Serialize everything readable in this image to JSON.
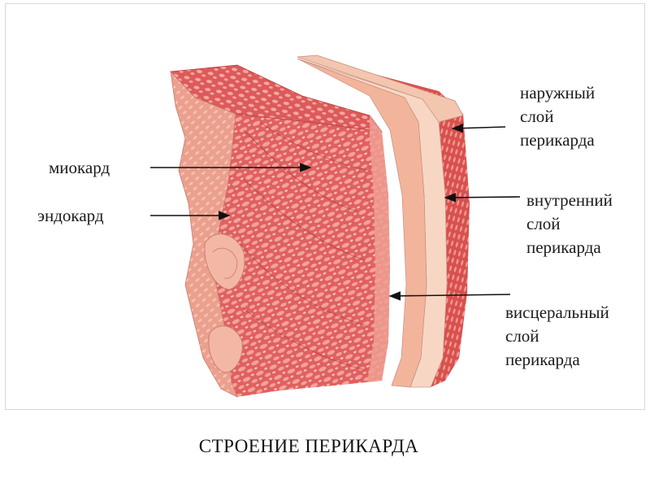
{
  "labels": {
    "myocardium": "миокард",
    "endocardium": "эндокард",
    "outer": [
      "наружный",
      "слой",
      "перикарда"
    ],
    "inner": [
      "внутренний",
      "слой",
      "перикарда"
    ],
    "visceral": [
      "висцеральный",
      "слой",
      "перикарда"
    ]
  },
  "caption": "СТРОЕНИЕ ПЕРИКАРДА",
  "colors": {
    "muscle": "#e0605f",
    "muscle_dark": "#b83a3c",
    "muscle_light": "#f0a49c",
    "endocardium": "#eea090",
    "pericardium_pale": "#f6cfb8",
    "pericardium_mid": "#f2b7a0",
    "outer_layer": "#d9534f"
  }
}
